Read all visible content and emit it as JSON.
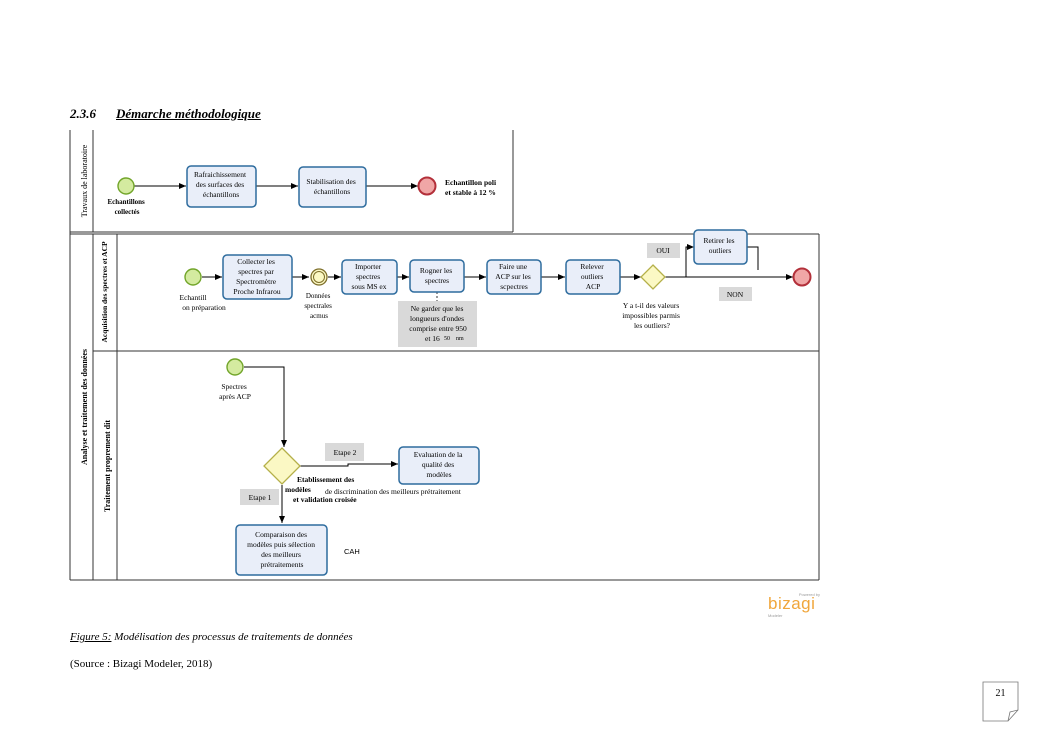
{
  "heading": {
    "number": "2.3.6",
    "title": "Démarche méthodologique"
  },
  "lanes": {
    "labo": "Travaux de laboratoire",
    "pool": "Analyse et traitement des données",
    "acq": "Acquisition des spectres et ACP",
    "trait": "Traitement proprement dit"
  },
  "labo": {
    "start_label": [
      "Echantillons",
      "collectés"
    ],
    "task1": [
      "Rafraichissement",
      "des surfaces des",
      "échantillons"
    ],
    "task2": [
      "Stabilisation des",
      "échantillons"
    ],
    "end_label": [
      "Echantillon  poli",
      "et stable à 12 %"
    ]
  },
  "acq": {
    "start_label": [
      "Echantill",
      "on préparation"
    ],
    "task_collect": [
      "Collecter  les",
      "spectres par",
      "Spectromètre",
      "Proche Infrarou"
    ],
    "data_label": [
      "Données",
      "spectrales",
      "acmus"
    ],
    "task_import": [
      "Importer",
      "spectres",
      "sous MS ex"
    ],
    "task_rogner": [
      "Rogner les",
      "spectres"
    ],
    "note": [
      "Ne garder que les",
      "longueurs d'ondes",
      "comprise entre 950",
      "et 16",
      "50",
      "nm"
    ],
    "task_acp": [
      "Faire une",
      "ACP sur les",
      "scpectres"
    ],
    "task_relever": [
      "Relever",
      "outliers",
      "ACP"
    ],
    "question": [
      "Y a t-il des valeurs",
      "impossibles parmis",
      "les outliers?"
    ],
    "oui": "OUI",
    "non": "NON",
    "task_retirer": [
      "Retirer les",
      "outliers"
    ]
  },
  "trait": {
    "start_label": [
      "Spectres",
      "après ACP"
    ],
    "etape2": "Etape 2",
    "etape1": "Etape 1",
    "gateway_label": [
      "Etablissement des",
      "modèles",
      "de discrimination  des meilleurs prétraitement",
      "et validation croisée"
    ],
    "task_eval": [
      "Evaluation de la",
      "qualité des",
      "modèles"
    ],
    "task_comp": [
      "Comparaison des",
      "modèles puis sélection",
      "des meilleurs",
      "prétraitements"
    ],
    "cah": "CAH"
  },
  "logo": {
    "powered": "Powered by",
    "word": "bizagi",
    "modeler": "Modeler"
  },
  "caption": {
    "figure": "Figure 5:",
    "text": " Modélisation des processus de traitements de données"
  },
  "source": "(Source : Bizagi Modeler, 2018)",
  "page_number": "21",
  "colors": {
    "task_fill": "#e9eef9",
    "task_stroke": "#2e6c9e",
    "start_fill": "#d4eba0",
    "start_stroke": "#72a52a",
    "end_fill": "#f0a6a6",
    "end_stroke": "#b3303a",
    "gateway_fill": "#fbf8c4",
    "gateway_stroke": "#b5b04a",
    "note_fill": "#d9d9d9"
  }
}
